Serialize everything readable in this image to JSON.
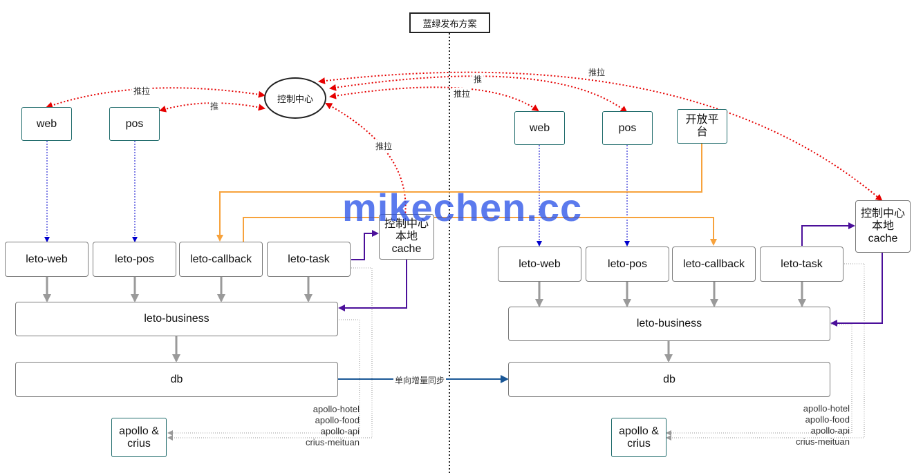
{
  "title": "蓝绿发布方案",
  "watermark": "mikechen.cc",
  "edge_labels": {
    "push_pull": "推拉",
    "push": "推",
    "sync": "单向增量同步"
  },
  "left": {
    "control_center": "控制中心",
    "web": "web",
    "pos": "pos",
    "leto_web": "leto-web",
    "leto_pos": "leto-pos",
    "leto_callback": "leto-callback",
    "leto_task": "leto-task",
    "local_cache": "控制中心本地cache",
    "leto_business": "leto-business",
    "db": "db",
    "apollo": "apollo & crius",
    "apollo_items": [
      "apollo-hotel",
      "apollo-food",
      "apollo-api",
      "crius-meituan"
    ]
  },
  "right": {
    "web": "web",
    "pos": "pos",
    "open_platform": "开放平台",
    "local_cache": "控制中心本地cache",
    "leto_web": "leto-web",
    "leto_pos": "leto-pos",
    "leto_callback": "leto-callback",
    "leto_task": "leto-task",
    "leto_business": "leto-business",
    "db": "db",
    "apollo": "apollo & crius",
    "apollo_items": [
      "apollo-hotel",
      "apollo-food",
      "apollo-api",
      "crius-meituan"
    ]
  },
  "colors": {
    "push_pull": "#e60000",
    "blue_dotted": "#0000cc",
    "gray_arrow": "#9a9a9a",
    "orange": "#f7a23c",
    "purple": "#4b0f9a",
    "sync": "#1a5796",
    "watermark": "#2e56e8"
  }
}
